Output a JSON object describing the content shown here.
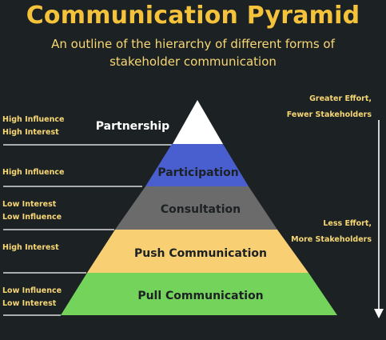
{
  "title": "Communication Pyramid",
  "subtitle": "An outline of the hierarchy of different forms of stakeholder communication",
  "colors": {
    "background": "#1c2124",
    "title": "#f5c33b",
    "accent_text": "#f7d774",
    "line": "#ffffff",
    "partnership": "#ffffff",
    "participation": "#4a5fcf",
    "consultation": "#6b6b6b",
    "push": "#f9cf73",
    "pull": "#74d35a"
  },
  "tiers": [
    {
      "label": "Partnership",
      "side": [
        "High Influence",
        "High Interest"
      ]
    },
    {
      "label": "Participation",
      "side": [
        "High Influence"
      ]
    },
    {
      "label": "Consultation",
      "side": [
        "Low Interest",
        "Low Influence"
      ]
    },
    {
      "label": "Push Communication",
      "side": [
        "High Interest"
      ]
    },
    {
      "label": "Pull Communication",
      "side": [
        "Low Influence",
        "Low Interest"
      ]
    }
  ],
  "right_notes": {
    "top": [
      "Greater Effort,",
      "Fewer Stakeholders"
    ],
    "bottom": [
      "Less Effort,",
      "More Stakeholders"
    ]
  },
  "arrow_icon": "down-arrow-icon"
}
